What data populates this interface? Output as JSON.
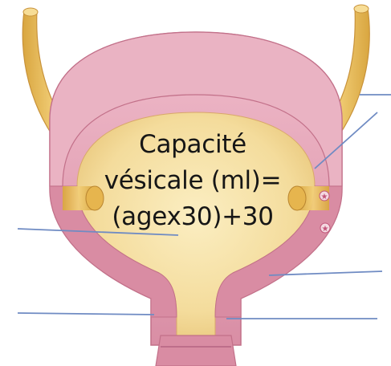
{
  "formula": {
    "line1": "Capacité",
    "line2": "vésicale (ml)=",
    "line3": "(agex30)+30"
  },
  "colors": {
    "wall_outer": "#e7a6b8",
    "wall_inner": "#cf7f98",
    "lumen": "#f6e2a6",
    "ureter": "#e9bf5c",
    "leader_line": "#6f8bc3",
    "star_marker": "#c2557a"
  }
}
